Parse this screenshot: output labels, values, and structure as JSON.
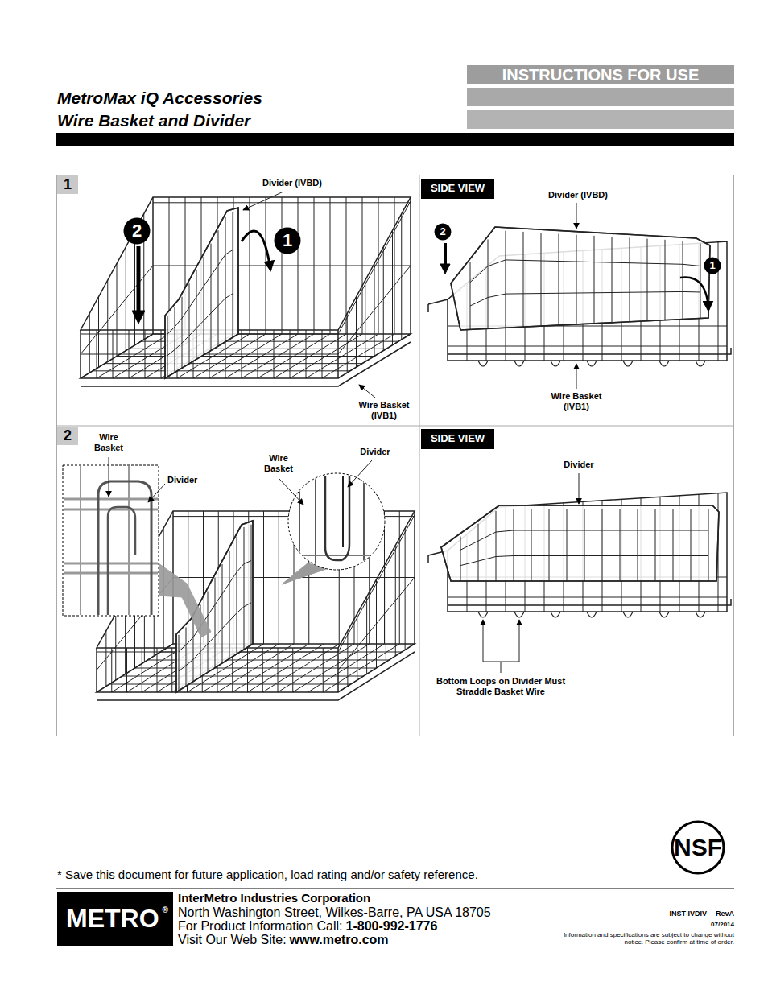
{
  "diagram": {
    "title": "MetroMax iQ Accessories Wire Basket and Divider",
    "nodes": [
      {
        "text": [
          "INSTRUCTIONS FOR USE"
        ]
      },
      {
        "text": [
          "1"
        ]
      },
      {
        "text": [
          "2"
        ]
      },
      {
        "text": [
          "1"
        ]
      },
      {
        "text": [
          "SIDE VIEW"
        ]
      },
      {
        "text": [
          "2"
        ]
      },
      {
        "text": [
          "1"
        ]
      },
      {
        "text": [
          "2"
        ]
      },
      {
        "text": [
          "SIDE VIEW"
        ]
      }
    ],
    "labels": [
      "Divider (IVBD)",
      "Wire Basket (IVB1)",
      "Divider (IVBD)",
      "Wire Basket (IVB1)",
      "Wire Basket",
      "Divider",
      "Wire Basket",
      "Divider",
      "Divider",
      "Bottom Loops on Divider Must Straddle Basket Wire",
      "NSF",
      "* Save this document for future application, load rating and/or safety reference.",
      "METRO",
      "®",
      "InterMetro Industries Corporation",
      "North Washington Street, Wilkes-Barre, PA USA 18705",
      "For Product Information Call:",
      "1-800-992-1776",
      "Visit Our Web Site:",
      "www.metro.com",
      "INST-IVDIV",
      "RevA",
      "07/2014",
      "Information and specifications are subject to change without notice. Please confirm at time of order."
    ]
  }
}
